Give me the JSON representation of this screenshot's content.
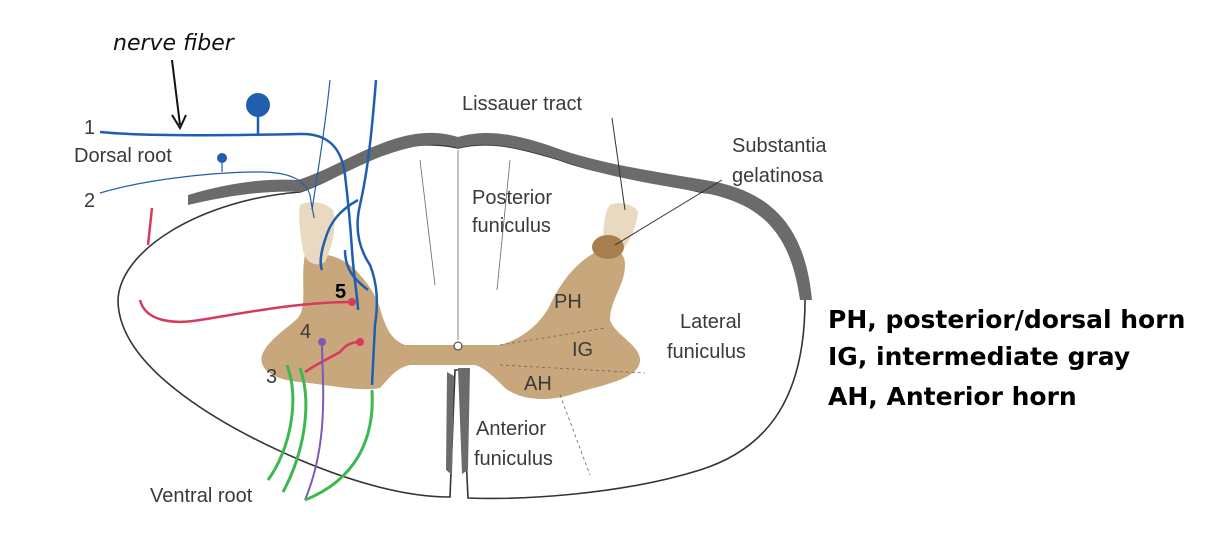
{
  "annotation": {
    "handwritten": "nerve fiber"
  },
  "labels": {
    "n1": "1",
    "dorsal_root": "Dorsal root",
    "n2": "2",
    "n3": "3",
    "n4": "4",
    "n5": "5",
    "ventral_root": "Ventral root",
    "lissauer": "Lissauer tract",
    "substantia_1": "Substantia",
    "substantia_2": "gelatinosa",
    "posterior_1": "Posterior",
    "posterior_2": "funiculus",
    "ph": "PH",
    "ig": "IG",
    "ah": "AH",
    "lateral_1": "Lateral",
    "lateral_2": "funiculus",
    "anterior_1": "Anterior",
    "anterior_2": "funiculus"
  },
  "legend": [
    "PH, posterior/dorsal  horn",
    "IG, intermediate gray",
    "AH, Anterior horn"
  ],
  "colors": {
    "gray_matter": "#c8a77c",
    "gelatinosa": "#e8d9c0",
    "outline_dark": "#666666",
    "fiber_blue": "#1f5fae",
    "fiber_red": "#d63a5c",
    "fiber_green": "#3db84f",
    "fiber_purple": "#7b5bb5"
  }
}
